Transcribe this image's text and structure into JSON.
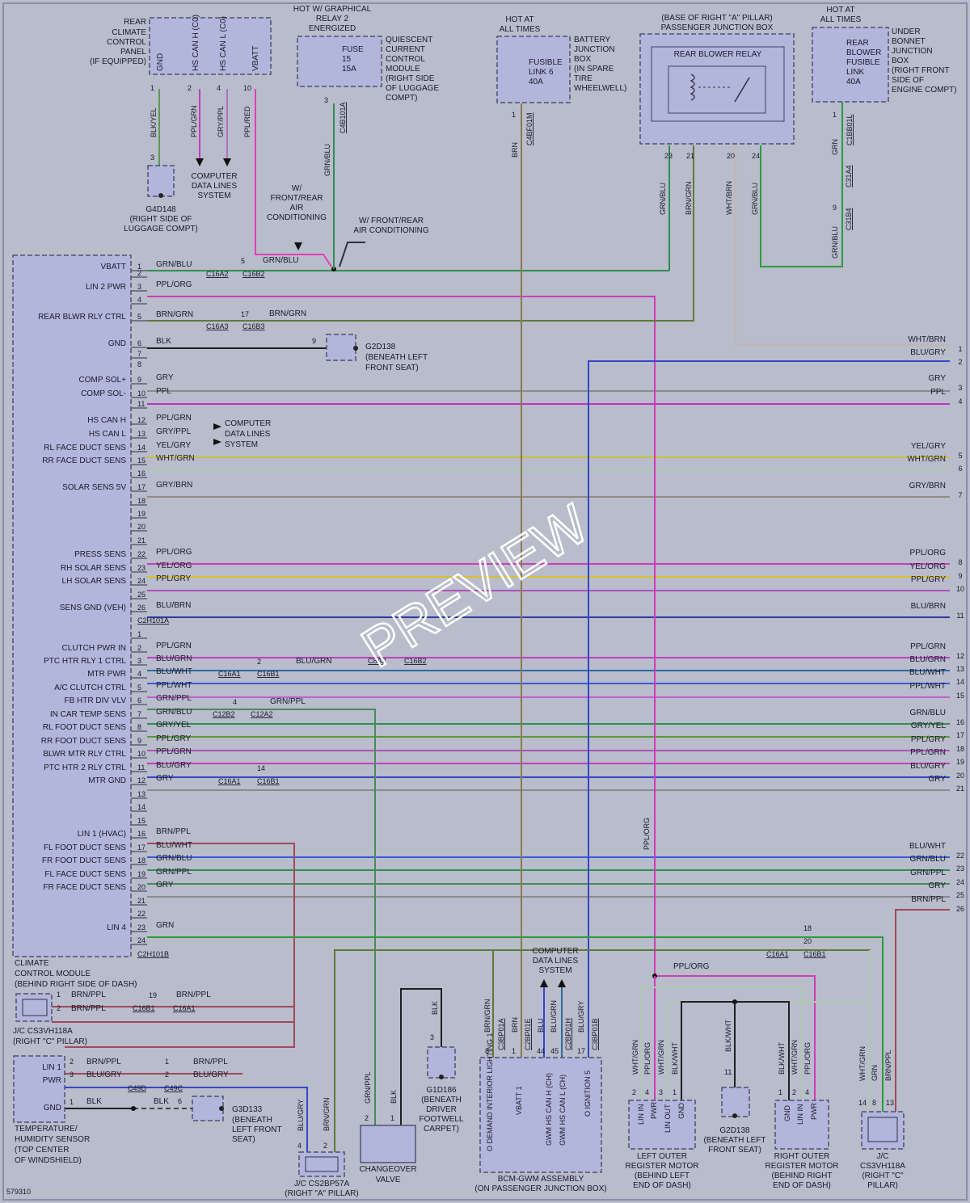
{
  "diagram_id": "579310",
  "watermark": "PREVIEW",
  "colors": {
    "GRN/BLU": "#2f8f4f",
    "PPL/ORG": "#d03cb8",
    "BRN/GRN": "#5e7a3a",
    "BLK": "#202020",
    "BLU/GRY": "#3446c6",
    "GRY": "#8a8a90",
    "PPL": "#c030c8",
    "YEL/GRY": "#c8c040",
    "WHT/GRN": "#b0c8b0",
    "GRY/BRN": "#948a80",
    "YEL/ORG": "#d8c030",
    "PPL/GRY": "#b050b8",
    "BLU/BRN": "#303aa0",
    "PPL/GRN": "#c040c0",
    "BLU/GRN": "#2f6aa0",
    "BLU/WHT": "#3a5ad8",
    "PPL/WHT": "#c060d0",
    "GRN/PPL": "#4a8a5a",
    "GRN/YEL": "#5a9a3a",
    "BRN/PPL": "#a04a5a",
    "BLU/WHT2": "#3a5ad8",
    "GRN": "#2e9a3e",
    "WHT/BRN": "#c0b8b0",
    "BRN": "#8a7a50",
    "BLU": "#3444d8",
    "BLK/YEL": "#5a9a5a",
    "PPL/GRN2": "#c040c0",
    "GRY/PPL": "#b070c0",
    "PPL/RED": "#e040b0"
  },
  "top_components": {
    "climate_panel": {
      "title_lines": [
        "REAR",
        "CLIMATE",
        "CONTROL",
        "PANEL",
        "(IF EQUIPPED)"
      ],
      "pins": [
        "GND",
        "HS CAN H (C0)",
        "HS CAN L (C0)",
        "VBATT"
      ],
      "pin_nums": [
        "1",
        "2",
        "4",
        "10"
      ],
      "wires": [
        "BLK/YEL",
        "PPL/GRN",
        "GRY/PPL",
        "PPL/RED"
      ]
    },
    "g4d148": {
      "pin": "3",
      "lines": [
        "G4D148",
        "(RIGHT SIDE OF",
        "LUGGAGE COMPT)"
      ]
    },
    "computer_data_top": [
      "COMPUTER",
      "DATA LINES",
      "SYSTEM"
    ],
    "relay2": {
      "head": [
        "HOT W/ GRAPHICAL",
        "RELAY 2",
        "ENERGIZED"
      ],
      "fuse": [
        "FUSE",
        "15",
        "15A"
      ],
      "module": [
        "QUIESCENT",
        "CURRENT",
        "CONTROL",
        "MODULE",
        "(RIGHT SIDE",
        "OF LUGGAGE",
        "COMPT)"
      ],
      "pin": "3",
      "conn": "C4B101A",
      "wire": "GRN/BLU"
    },
    "w_front_rear_1": [
      "W/",
      "FRONT/REAR",
      "AIR",
      "CONDITIONING"
    ],
    "w_front_rear_2": [
      "W/ FRONT/REAR",
      "AIR CONDITIONING"
    ],
    "battery_box": {
      "head": [
        "HOT AT",
        "ALL TIMES"
      ],
      "fuse": [
        "FUSIBLE",
        "LINK 6",
        "40A"
      ],
      "desc": [
        "BATTERY",
        "JUNCTION",
        "BOX",
        "(IN SPARE",
        "TIRE",
        "WHEELWELL)"
      ],
      "pin": "1",
      "conn": "C4BF01M",
      "wire": "BRN"
    },
    "pjb": {
      "head": [
        "(BASE OF RIGHT \"A\" PILLAR)",
        "PASSENGER JUNCTION BOX"
      ],
      "relay": "REAR BLOWER RELAY",
      "pins": [
        "23",
        "21",
        "20",
        "24"
      ],
      "wires": [
        "GRN/BLU",
        "BRN/GRN",
        "WHT/BRN",
        "GRN/BLU"
      ]
    },
    "ubjb": {
      "head": [
        "HOT AT",
        "ALL TIMES"
      ],
      "fuse": [
        "REAR",
        "BLOWER",
        "FUSIBLE",
        "LINK",
        "40A"
      ],
      "desc": [
        "UNDER",
        "BONNET",
        "JUNCTION",
        "BOX",
        "(RIGHT FRONT",
        "SIDE OF",
        "ENGINE COMPT)"
      ],
      "pin1": "1",
      "conn1": "C1BB01L",
      "wire1": "GRN",
      "c31a4": "C31A4",
      "pin9": "9",
      "c31b4": "C31B4",
      "wire2": "GRN/BLU"
    }
  },
  "ccm": {
    "title_lines": [
      "CLIMATE",
      "CONTROL MODULE",
      "(BEHIND RIGHT SIDE OF DASH)"
    ],
    "connA": "C2H101A",
    "connB": "C2H101B",
    "rowsA": [
      {
        "n": "1",
        "label": "VBATT",
        "wire": "GRN/BLU"
      },
      {
        "n": "2",
        "label": "",
        "wire": ""
      },
      {
        "n": "3",
        "label": "LIN 2 PWR",
        "wire": "PPL/ORG"
      },
      {
        "n": "4",
        "label": "",
        "wire": ""
      },
      {
        "n": "5",
        "label": "REAR BLWR RLY CTRL",
        "wire": "BRN/GRN"
      },
      {
        "n": "6",
        "label": "GND",
        "wire": "BLK"
      },
      {
        "n": "7",
        "label": "",
        "wire": ""
      },
      {
        "n": "9",
        "label": "COMP SOL+",
        "wire": "GRY"
      },
      {
        "n": "10",
        "label": "COMP SOL-",
        "wire": "PPL"
      },
      {
        "n": "11",
        "label": "",
        "wire": ""
      },
      {
        "n": "12",
        "label": "HS CAN H",
        "wire": "PPL/GRN"
      },
      {
        "n": "13",
        "label": "HS CAN L",
        "wire": "GRY/PPL"
      },
      {
        "n": "14",
        "label": "RL FACE DUCT SENS",
        "wire": "YEL/GRY"
      },
      {
        "n": "15",
        "label": "RR FACE DUCT SENS",
        "wire": "WHT/GRN"
      },
      {
        "n": "16",
        "label": "",
        "wire": ""
      },
      {
        "n": "17",
        "label": "SOLAR SENS 5V",
        "wire": "GRY/BRN"
      },
      {
        "n": "18",
        "label": "",
        "wire": ""
      },
      {
        "n": "19",
        "label": "",
        "wire": ""
      },
      {
        "n": "20",
        "label": "",
        "wire": ""
      },
      {
        "n": "21",
        "label": "",
        "wire": ""
      },
      {
        "n": "22",
        "label": "PRESS SENS",
        "wire": "PPL/ORG"
      },
      {
        "n": "23",
        "label": "RH SOLAR SENS",
        "wire": "YEL/ORG"
      },
      {
        "n": "24",
        "label": "LH SOLAR SENS",
        "wire": "PPL/GRY"
      },
      {
        "n": "25",
        "label": "",
        "wire": ""
      },
      {
        "n": "26",
        "label": "SENS GND (VEH)",
        "wire": "BLU/BRN"
      }
    ],
    "rowsB": [
      {
        "n": "1",
        "label": "",
        "wire": ""
      },
      {
        "n": "2",
        "label": "CLUTCH PWR IN",
        "wire": "PPL/GRN"
      },
      {
        "n": "3",
        "label": "PTC HTR RLY 1 CTRL",
        "wire": "BLU/GRN"
      },
      {
        "n": "4",
        "label": "MTR PWR",
        "wire": "BLU/WHT"
      },
      {
        "n": "5",
        "label": "A/C CLUTCH CTRL",
        "wire": "PPL/WHT"
      },
      {
        "n": "6",
        "label": "FB HTR DIV VLV",
        "wire": "GRN/PPL"
      },
      {
        "n": "7",
        "label": "IN CAR TEMP SENS",
        "wire": "GRN/BLU"
      },
      {
        "n": "8",
        "label": "RL FOOT DUCT SENS",
        "wire": "GRY/YEL"
      },
      {
        "n": "9",
        "label": "RR FOOT DUCT SENS",
        "wire": "PPL/GRY"
      },
      {
        "n": "10",
        "label": "BLWR MTR RLY CTRL",
        "wire": "PPL/GRN"
      },
      {
        "n": "11",
        "label": "PTC HTR 2 RLY CTRL",
        "wire": "BLU/GRY"
      },
      {
        "n": "12",
        "label": "MTR GND",
        "wire": "GRY"
      },
      {
        "n": "13",
        "label": "",
        "wire": ""
      },
      {
        "n": "14",
        "label": "",
        "wire": ""
      },
      {
        "n": "15",
        "label": "",
        "wire": ""
      },
      {
        "n": "16",
        "label": "LIN 1 (HVAC)",
        "wire": "BRN/PPL"
      },
      {
        "n": "17",
        "label": "FL FOOT DUCT SENS",
        "wire": "BLU/WHT"
      },
      {
        "n": "18",
        "label": "FR FOOT DUCT SENS",
        "wire": "GRN/BLU"
      },
      {
        "n": "19",
        "label": "FL FACE DUCT SENS",
        "wire": "GRN/PPL"
      },
      {
        "n": "20",
        "label": "FR FACE DUCT SENS",
        "wire": "GRY"
      },
      {
        "n": "21",
        "label": "",
        "wire": ""
      },
      {
        "n": "22",
        "label": "",
        "wire": ""
      },
      {
        "n": "23",
        "label": "LIN 4",
        "wire": "GRN"
      },
      {
        "n": "24",
        "label": "",
        "wire": ""
      }
    ]
  },
  "right_edge": [
    {
      "n": "1",
      "wire": "WHT/BRN"
    },
    {
      "n": "2",
      "wire": "BLU/GRY"
    },
    {
      "n": "3",
      "wire": "GRY"
    },
    {
      "n": "4",
      "wire": "PPL"
    },
    {
      "n": "5",
      "wire": "YEL/GRY"
    },
    {
      "n": "6",
      "wire": "WHT/GRN"
    },
    {
      "n": "7",
      "wire": "GRY/BRN"
    },
    {
      "n": "8",
      "wire": "PPL/ORG"
    },
    {
      "n": "9",
      "wire": "YEL/ORG"
    },
    {
      "n": "10",
      "wire": "PPL/GRY"
    },
    {
      "n": "11",
      "wire": "BLU/BRN"
    },
    {
      "n": "12",
      "wire": "PPL/GRN"
    },
    {
      "n": "13",
      "wire": "BLU/GRN"
    },
    {
      "n": "14",
      "wire": "BLU/WHT"
    },
    {
      "n": "15",
      "wire": "PPL/WHT"
    },
    {
      "n": "16",
      "wire": "GRN/BLU"
    },
    {
      "n": "17",
      "wire": "GRY/YEL"
    },
    {
      "n": "18",
      "wire": "PPL/GRY"
    },
    {
      "n": "19",
      "wire": "PPL/GRN"
    },
    {
      "n": "20",
      "wire": "BLU/GRY"
    },
    {
      "n": "21",
      "wire": "GRY"
    },
    {
      "n": "22",
      "wire": "BLU/WHT"
    },
    {
      "n": "23",
      "wire": "GRN/BLU"
    },
    {
      "n": "24",
      "wire": "GRN/PPL"
    },
    {
      "n": "25",
      "wire": "GRY"
    },
    {
      "n": "26",
      "wire": "BRN/PPL"
    }
  ],
  "inline_labels": {
    "c16a2": "C16A2",
    "c16b2": "C16B2",
    "pin5": "5",
    "grnblu": "GRN/BLU",
    "c16a3": "C16A3",
    "c16b3": "C16B3",
    "pin17": "17",
    "brngrn": "BRN/GRN",
    "pin9": "9",
    "g2d138": [
      "G2D138",
      "(BENEATH LEFT",
      "FRONT SEAT)"
    ],
    "cdls_mid": [
      "COMPUTER",
      "DATA LINES",
      "SYSTEM"
    ],
    "c16a1": "C16A1",
    "c16b1": "C16B1",
    "pin2": "2",
    "blugrn": "BLU/GRN",
    "c8a2": "C8A2",
    "c8b2": "C16B2",
    "pin4": "4",
    "grnppl": "GRN/PPL",
    "c12b2": "C12B2",
    "c12a2": "C12A2",
    "pin14": "14",
    "pin18": "18",
    "pin20": "20",
    "pplorg": "PPL/ORG",
    "pplorg_v": "PPL/ORG"
  },
  "bottom": {
    "jc1": {
      "pins": [
        "1",
        "2"
      ],
      "wires": [
        "BRN/PPL",
        "BRN/PPL"
      ],
      "pin19": "19",
      "wire19": "BRN/PPL",
      "c16b1": "C16B1",
      "c16a1": "C16A1",
      "lines": [
        "J/C CS3VH118A",
        "(RIGHT \"C\" PILLAR)"
      ]
    },
    "ths": {
      "pins": [
        "LIN 1",
        "PWR",
        "GND"
      ],
      "nums": [
        "2",
        "3",
        "1"
      ],
      "wires": [
        "BRN/PPL",
        "BLU/GRY",
        "BLK"
      ],
      "n2": [
        "1",
        "2"
      ],
      "w2": [
        "BRN/PPL",
        "BLU/GRY"
      ],
      "c49d": "C49D",
      "c49c": "C49C",
      "blk2": "BLK",
      "pin6": "6",
      "g3d133": [
        "G3D133",
        "(BENEATH",
        "LEFT FRONT",
        "SEAT)"
      ],
      "lines": [
        "TEMPERATURE/",
        "HUMIDITY SENSOR",
        "(TOP CENTER",
        "OF WINDSHIELD)"
      ]
    },
    "jc2": {
      "wires": [
        "BLU/GRY",
        "BRN/GRN"
      ],
      "pins": [
        "4",
        "2"
      ],
      "lines": [
        "J/C CS2BP57A",
        "(RIGHT \"A\" PILLAR)"
      ]
    },
    "cv": {
      "wires": [
        "GRN/PPL",
        "BLK"
      ],
      "pins": [
        "2",
        "1"
      ],
      "lines": [
        "CHANGEOVER",
        "VALVE"
      ]
    },
    "g1d186": {
      "wire": "BLK",
      "pin": "3",
      "lines": [
        "G1D186",
        "(BENEATH",
        "DRIVER",
        "FOOTWELL",
        "CARPET)"
      ]
    },
    "bcm": {
      "cdls": [
        "COMPUTER",
        "DATA LINES",
        "SYSTEM"
      ],
      "wires": [
        "BRN/GRN",
        "BRN",
        "BLU",
        "BLU/GRN",
        "BLU/GRY"
      ],
      "pins": [
        "8",
        "1",
        "44",
        "45",
        "17"
      ],
      "conns": [
        "C3BP01A",
        "C2BP01E",
        "C2BP01H",
        "C3BP01B"
      ],
      "pinlabels": [
        "O DEMAND INTERIOR LIGHTING 1",
        "VBATT 1",
        "GWM HS CAN H (CH)",
        "GWM HS CAN L (CH)",
        "O IGNITION 5"
      ],
      "lines": [
        "BCM-GWM ASSEMBLY",
        "(ON PASSENGER JUNCTION BOX)"
      ]
    },
    "lorm": {
      "wires": [
        "WHT/GRN",
        "PPL/ORG",
        "WHT/GRN",
        "BLK/WHT"
      ],
      "pins": [
        "2",
        "4",
        "3",
        "1"
      ],
      "pinlabels": [
        "LIN IN",
        "PWR",
        "LIN OUT",
        "GND"
      ],
      "pplorg": "PPL/ORG",
      "lines": [
        "LEFT OUTER",
        "REGISTER MOTOR",
        "(BEHIND LEFT",
        "END OF DASH)"
      ]
    },
    "g2d138b": {
      "wire": "BLK/WHT",
      "pin": "11",
      "lines": [
        "G2D138",
        "(BENEATH LEFT",
        "FRONT SEAT)"
      ]
    },
    "rorm": {
      "wires": [
        "BLK/WHT",
        "WHT/GRN",
        "PPL/ORG"
      ],
      "pins": [
        "1",
        "2",
        "4"
      ],
      "pinlabels": [
        "GND",
        "LIN IN",
        "PWR"
      ],
      "lines": [
        "RIGHT OUTER",
        "REGISTER MOTOR",
        "(BEHIND RIGHT",
        "END OF DASH)"
      ]
    },
    "jc3": {
      "wires": [
        "WHT/GRN",
        "GRN",
        "BRN/PPL"
      ],
      "pins": [
        "14",
        "8",
        "13"
      ],
      "lines": [
        "J/C",
        "CS3VH118A",
        "(RIGHT \"C\"",
        "PILLAR)"
      ],
      "c16a1": "C16A1",
      "c16b1": "C16B1"
    }
  }
}
